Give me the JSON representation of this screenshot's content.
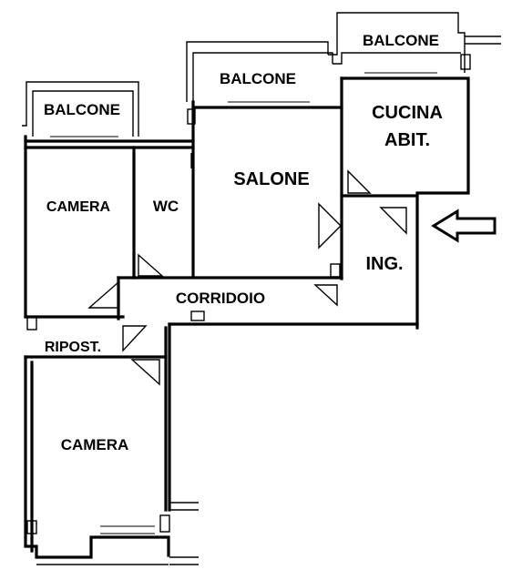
{
  "plan": {
    "rooms": [
      {
        "key": "balcone_top_right",
        "label": "BALCONE"
      },
      {
        "key": "balcone_middle",
        "label": "BALCONE"
      },
      {
        "key": "balcone_left",
        "label": "BALCONE"
      },
      {
        "key": "cucina",
        "label_lines": [
          "CUCINA",
          "ABIT."
        ]
      },
      {
        "key": "salone",
        "label": "SALONE"
      },
      {
        "key": "camera_upper",
        "label": "CAMERA"
      },
      {
        "key": "wc",
        "label": "WC"
      },
      {
        "key": "ingresso",
        "label": "ING."
      },
      {
        "key": "corridoio",
        "label": "CORRIDOIO"
      },
      {
        "key": "ripostiglio",
        "label": "RIPOST."
      },
      {
        "key": "camera_lower",
        "label": "CAMERA"
      }
    ],
    "entrance_arrow_icon": "arrow-left-outline"
  }
}
